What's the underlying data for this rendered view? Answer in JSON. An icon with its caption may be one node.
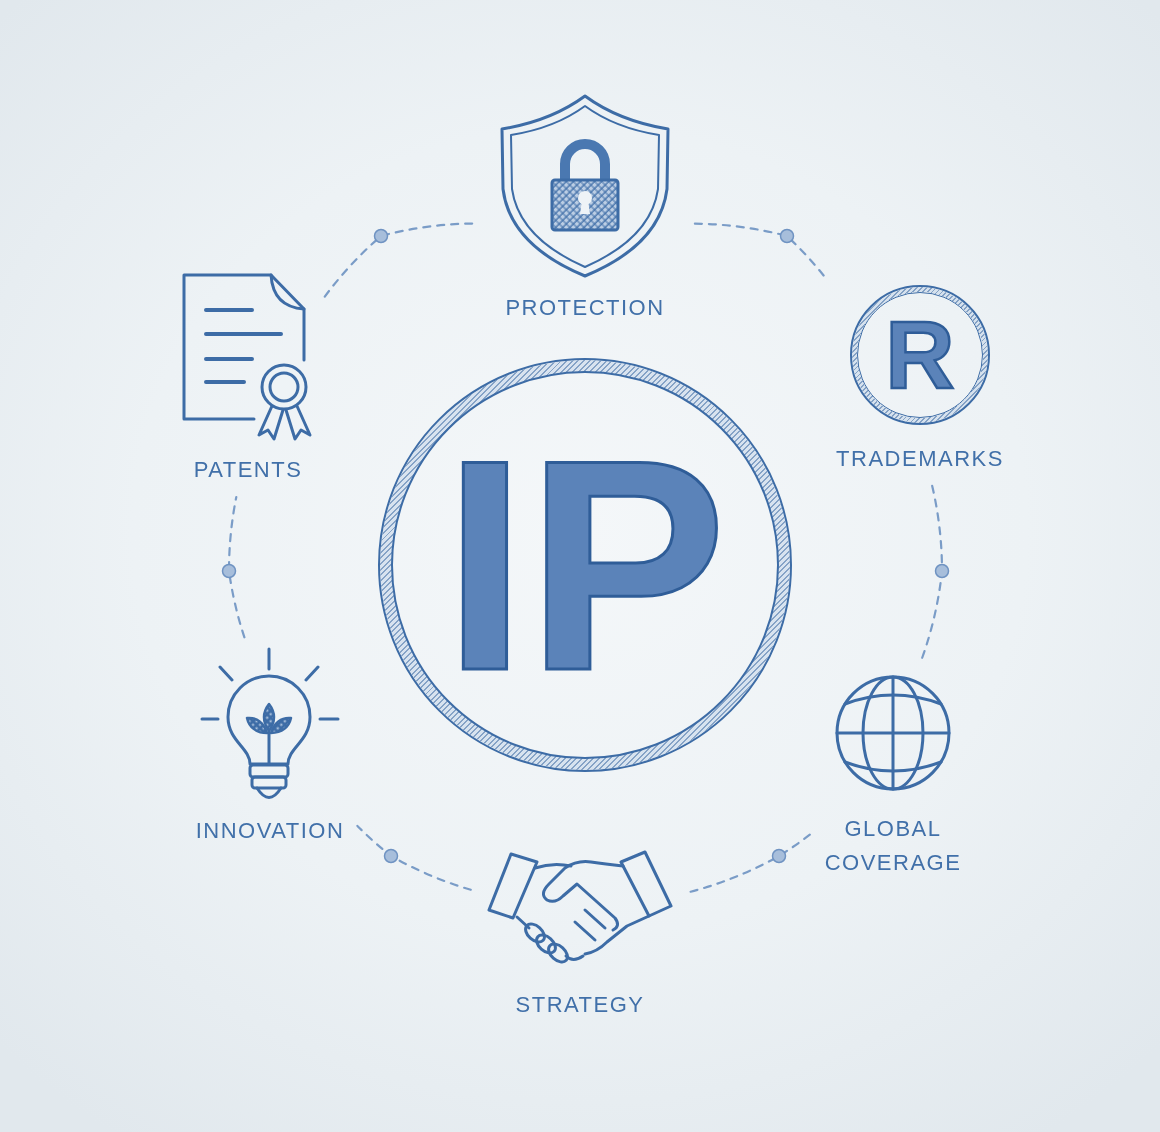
{
  "diagram": {
    "nodes": [
      {
        "text": [
          "IP"
        ]
      },
      {
        "text": [
          "PROTECTION"
        ]
      },
      {
        "text": [
          "R",
          "TRADEMARKS"
        ]
      },
      {
        "text": [
          "GLOBAL COVERAGE"
        ]
      },
      {
        "text": [
          "STRATEGY"
        ]
      },
      {
        "text": [
          "INNOVATION"
        ]
      },
      {
        "text": [
          "PATENTS"
        ]
      }
    ],
    "edges": [
      {
        "from": 6,
        "to": 1,
        "arrow": "none",
        "style": "dashed"
      },
      {
        "from": 1,
        "to": 2,
        "arrow": "none",
        "style": "dashed"
      },
      {
        "from": 2,
        "to": 3,
        "arrow": "none",
        "style": "dashed"
      },
      {
        "from": 3,
        "to": 4,
        "arrow": "none",
        "style": "dashed"
      },
      {
        "from": 4,
        "to": 5,
        "arrow": "none",
        "style": "dashed"
      },
      {
        "from": 5,
        "to": 6,
        "arrow": "none",
        "style": "dashed"
      }
    ]
  }
}
